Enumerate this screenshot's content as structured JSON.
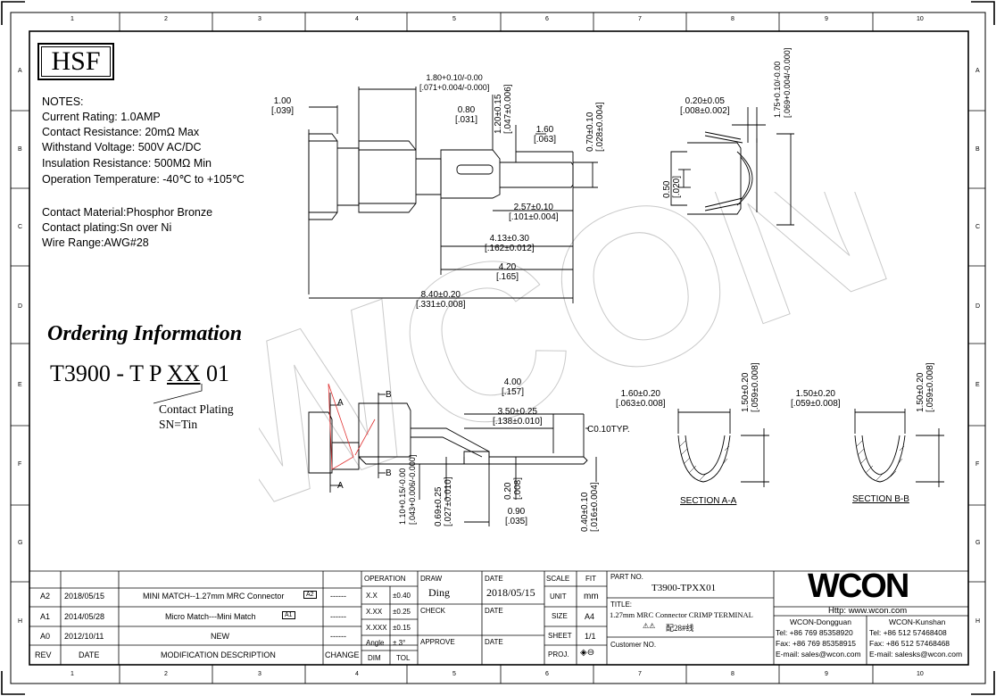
{
  "grid": {
    "cols": [
      "1",
      "2",
      "3",
      "4",
      "5",
      "6",
      "7",
      "8",
      "9",
      "10"
    ],
    "rows": [
      "A",
      "B",
      "C",
      "D",
      "E",
      "F",
      "G",
      "H"
    ]
  },
  "logo_box": "HSF",
  "notes": {
    "heading": "NOTES:",
    "lines": [
      "Current Rating: 1.0AMP",
      "Contact Resistance: 20mΩ Max",
      "Withstand Voltage: 500V AC/DC",
      "Insulation Resistance: 500MΩ Min",
      "Operation Temperature: -40℃ to +105℃"
    ],
    "lines2": [
      "Contact Material:Phosphor Bronze",
      "Contact plating:Sn over Ni",
      "Wire Range:AWG#28"
    ]
  },
  "ordering": {
    "title": "Ordering Information",
    "code_prefix": "T3900 - T P ",
    "code_var": "XX",
    "code_suffix": " 01",
    "plating_label": "Contact Plating",
    "plating_option": "SN=Tin"
  },
  "dims": {
    "d1": "1.00",
    "d1i": "[.039]",
    "d2": "1.80+0.10/-0.00",
    "d2i": "[.071+0.004/-0.000]",
    "d3": "0.80",
    "d3i": "[.031]",
    "d4": "1.20±0.15",
    "d4i": "[.047±0.006]",
    "d5": "1.60",
    "d5i": "[.063]",
    "d6": "0.70±0.10",
    "d6i": "[.028±0.004]",
    "d7": "2.57±0.10",
    "d7i": "[.101±0.004]",
    "d8": "4.13±0.30",
    "d8i": "[.162±0.012]",
    "d9": "4.20",
    "d9i": "[.165]",
    "d10": "8.40±0.20",
    "d10i": "[.331±0.008]",
    "d11": "0.20±0.05",
    "d11i": "[.008±0.002]",
    "d12": "1.75+0.10/-0.00",
    "d12i": "[.069+0.004/-0.000]",
    "d13": "0.50",
    "d13i": "[.020]",
    "d14": "4.00",
    "d14i": "[.157]",
    "d15": "3.50±0.25",
    "d15i": "[.138±0.010]",
    "d16": "C0.10TYP.",
    "d17": "1.10+0.15/-0.00",
    "d17i": "[.043+0.006/-0.000]",
    "d18": "0.69±0.25",
    "d18i": "[.027±0.010]",
    "d19": "0.20",
    "d19i": "[.008]",
    "d20": "0.90",
    "d20i": "[.035]",
    "d21": "0.40±0.10",
    "d21i": "[.016±0.004]",
    "d22": "1.60±0.20",
    "d22i": "[.063±0.008]",
    "d23": "1.50±0.20",
    "d23i": "[.059±0.008]",
    "d24": "1.50±0.20",
    "d24i": "[.059±0.008]",
    "d25": "1.50±0.20",
    "d25i": "[.059±0.008]",
    "secA": "SECTION A-A",
    "secB": "SECTION B-B",
    "A": "A",
    "B": "B"
  },
  "revisions": [
    {
      "rev": "A2",
      "date": "2018/05/15",
      "desc": "MINI MATCH--1.27mm MRC Connector",
      "change": "------",
      "mark": "A2"
    },
    {
      "rev": "A1",
      "date": "2014/05/28",
      "desc": "Micro Match---Mini Match",
      "change": "------",
      "mark": "A1"
    },
    {
      "rev": "A0",
      "date": "2012/10/11",
      "desc": "NEW",
      "change": "------",
      "mark": ""
    }
  ],
  "rev_headers": {
    "rev": "REV",
    "date": "DATE",
    "desc": "MODIFICATION DESCRIPTION",
    "change": "CHANGE"
  },
  "tolerance": {
    "operation": "OPERATION",
    "rows": [
      [
        "X.X",
        "±0.40"
      ],
      [
        "X.XX",
        "±0.25"
      ],
      [
        "X.XXX",
        "±0.15"
      ],
      [
        "Angle",
        "± 3°"
      ]
    ],
    "dim": "DIM",
    "tol": "TOL"
  },
  "approvals": {
    "draw": "DRAW",
    "draw_name": "Ding",
    "date_h": "DATE",
    "draw_date": "2018/05/15",
    "check": "CHECK",
    "check_date": "DATE",
    "approve": "APPROVE",
    "approve_date": "DATE"
  },
  "scale": {
    "scale": "SCALE",
    "fit": "FIT",
    "unit": "UNIT",
    "unit_v": "mm",
    "size": "SIZE",
    "size_v": "A4",
    "sheet": "SHEET",
    "sheet_v": "1/1",
    "proj": "PROJ."
  },
  "part": {
    "part_no_label": "PART NO.",
    "part_no": "T3900-TPXX01",
    "title_label": "TITLE:",
    "title": "1.27mm MRC Connector CRIMP TERMINAL",
    "title2": "配28#线",
    "customer": "Customer NO."
  },
  "company": {
    "logo": "WCON",
    "http": "Http: www.wcon.com",
    "site1": "WCON-Dongguan",
    "tel1": "Tel: +86 769 85358920",
    "fax1": "Fax: +86 769 85358915",
    "mail1": "E-mail: sales@wcon.com",
    "site2": "WCON-Kunshan",
    "tel2": "Tel: +86 512 57468408",
    "fax2": "Fax: +86 512 57468468",
    "mail2": "E-mail: salesks@wcon.com"
  },
  "watermark": "WCON",
  "colors": {
    "line": "#000000",
    "watermark": "#bdbdbd",
    "accent_red": "#e03030"
  }
}
